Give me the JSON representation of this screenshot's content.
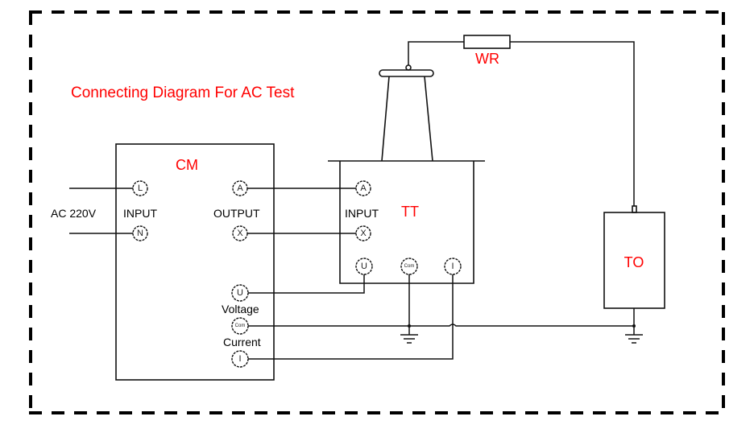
{
  "title": "Connecting Diagram For AC Test",
  "colors": {
    "label_accent": "#ff0000",
    "line": "#111111",
    "frame": "#000000"
  },
  "supply": {
    "label": "AC 220V"
  },
  "cm": {
    "name": "CM",
    "input_label": "INPUT",
    "output_label": "OUTPUT",
    "voltage_label": "Voltage",
    "current_label": "Current",
    "terminals": {
      "L": "L",
      "N": "N",
      "A": "A",
      "X": "X",
      "U": "U",
      "Com": "Com",
      "I": "I"
    }
  },
  "tt": {
    "name": "TT",
    "input_label": "INPUT",
    "terminals": {
      "A": "A",
      "X": "X",
      "U": "U",
      "Com": "Com",
      "I": "I"
    }
  },
  "wr": {
    "name": "WR"
  },
  "to": {
    "name": "TO"
  }
}
